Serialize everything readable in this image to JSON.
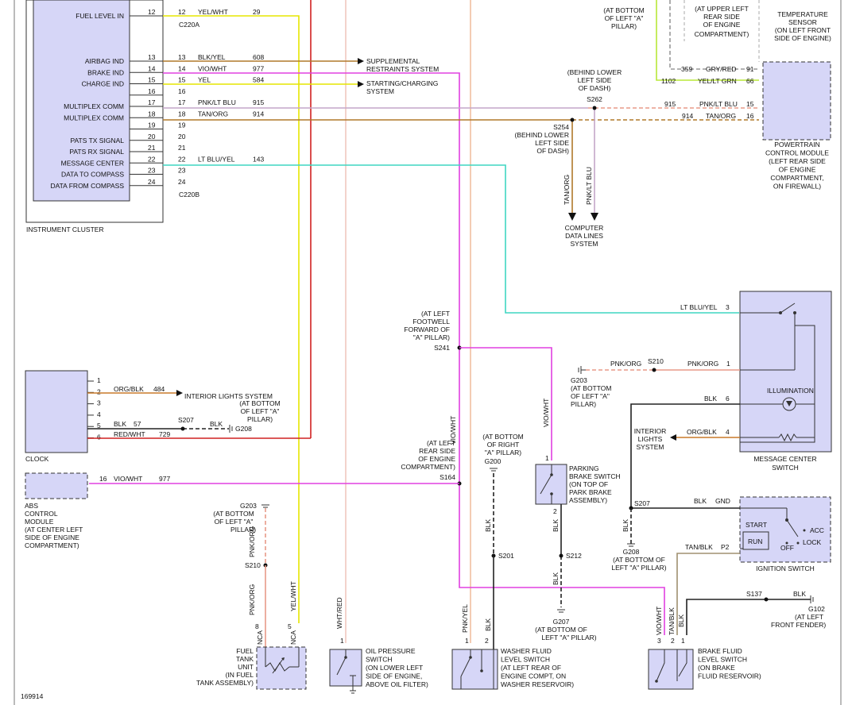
{
  "instrument_cluster": {
    "title": "INSTRUMENT CLUSTER",
    "pins": [
      {
        "label": "FUEL LEVEL IN",
        "pin": "12"
      },
      {
        "label": "AIRBAG IND",
        "pin": "13"
      },
      {
        "label": "BRAKE IND",
        "pin": "14"
      },
      {
        "label": "CHARGE IND",
        "pin": "15"
      },
      {
        "label": "",
        "pin": "16"
      },
      {
        "label": "MULTIPLEX COMM",
        "pin": "17"
      },
      {
        "label": "MULTIPLEX COMM",
        "pin": "18"
      },
      {
        "label": "",
        "pin": "19"
      },
      {
        "label": "PATS TX SIGNAL",
        "pin": "20"
      },
      {
        "label": "PATS RX SIGNAL",
        "pin": "21"
      },
      {
        "label": "MESSAGE CENTER",
        "pin": "22"
      },
      {
        "label": "DATA TO COMPASS",
        "pin": "23"
      },
      {
        "label": "DATA FROM COMPASS",
        "pin": "24"
      }
    ],
    "connector_top": "C220A",
    "connector_bottom": "C220B"
  },
  "cluster_wires": [
    {
      "pin": "12",
      "color": "YEL/WHT",
      "circuit": "29"
    },
    {
      "pin": "13",
      "color": "BLK/YEL",
      "circuit": "608"
    },
    {
      "pin": "14",
      "color": "VIO/WHT",
      "circuit": "977"
    },
    {
      "pin": "15",
      "color": "YEL",
      "circuit": "584"
    },
    {
      "pin": "16",
      "color": "",
      "circuit": ""
    },
    {
      "pin": "17",
      "color": "PNK/LT BLU",
      "circuit": "915"
    },
    {
      "pin": "18",
      "color": "TAN/ORG",
      "circuit": "914"
    },
    {
      "pin": "19",
      "color": "",
      "circuit": ""
    },
    {
      "pin": "20",
      "color": "",
      "circuit": ""
    },
    {
      "pin": "21",
      "color": "",
      "circuit": ""
    },
    {
      "pin": "22",
      "color": "LT BLU/YEL",
      "circuit": "143"
    },
    {
      "pin": "23",
      "color": "",
      "circuit": ""
    },
    {
      "pin": "24",
      "color": "",
      "circuit": ""
    }
  ],
  "destinations": {
    "srs": [
      "SUPPLEMENTAL",
      "RESTRAINTS SYSTEM"
    ],
    "charging": [
      "STARTING/CHARGING",
      "SYSTEM"
    ],
    "computer_data": [
      "COMPUTER",
      "DATA LINES",
      "SYSTEM"
    ],
    "interior_lights_clock": "INTERIOR LIGHTS SYSTEM",
    "interior_lights_msg": [
      "INTERIOR",
      "LIGHTS",
      "SYSTEM"
    ]
  },
  "top_notes": {
    "a_pillar_top": [
      "(AT BOTTOM",
      "OF LEFT \"A\"",
      "PILLAR)"
    ],
    "rear_side": [
      "(AT UPPER LEFT",
      "REAR SIDE",
      "OF ENGINE",
      "COMPARTMENT)"
    ],
    "temp_sensor": [
      "TEMPERATURE",
      "SENSOR",
      "(ON LEFT FRONT",
      "SIDE OF ENGINE)"
    ]
  },
  "splices": {
    "s262": {
      "id": "S262",
      "note": [
        "(BEHIND LOWER",
        "LEFT SIDE",
        "OF DASH)"
      ]
    },
    "s254": {
      "id": "S254",
      "note": [
        "(BEHIND LOWER",
        "LEFT SIDE",
        "OF DASH)"
      ]
    },
    "s241": {
      "id": "S241",
      "note": [
        "(AT LEFT",
        "FOOTWELL",
        "FORWARD OF",
        "\"A\" PILLAR)"
      ]
    },
    "s164": {
      "id": "S164",
      "note": [
        "(AT LEFT",
        "REAR SIDE",
        "OF ENGINE",
        "COMPARTMENT)"
      ]
    },
    "s210_top": "S210",
    "s210_left": "S210",
    "s207_clock": "S207",
    "s207_right": "S207",
    "s201": "S201",
    "s212": "S212",
    "s137": "S137"
  },
  "pcm": {
    "name": [
      "POWERTRAIN",
      "CONTROL MODULE",
      "(LEFT REAR SIDE",
      "OF ENGINE",
      "COMPARTMENT,",
      "ON FIREWALL)"
    ],
    "wires": [
      {
        "circuit": "359",
        "color": "GRY/RED",
        "pin": "91"
      },
      {
        "circuit": "1102",
        "color": "YEL/LT GRN",
        "pin": "66"
      },
      {
        "circuit": "915",
        "color": "PNK/LT BLU",
        "pin": "15"
      },
      {
        "circuit": "914",
        "color": "TAN/ORG",
        "pin": "16"
      }
    ]
  },
  "vertical_labels": {
    "tan_org": "TAN/ORG",
    "pnk_lt_blu": "PNK/LT BLU"
  },
  "message_center": {
    "name": [
      "MESSAGE CENTER",
      "SWITCH"
    ],
    "illumination": "ILLUMINATION",
    "w3": {
      "color": "LT BLU/YEL",
      "pin": "3"
    },
    "w1": {
      "color": "PNK/ORG",
      "pin": "1"
    },
    "w1_left": "PNK/ORG",
    "w6": {
      "color": "BLK",
      "pin": "6"
    },
    "w4": {
      "color": "ORG/BLK",
      "pin": "4"
    }
  },
  "grounds": {
    "g203_right": [
      "G203",
      "(AT BOTTOM",
      "OF LEFT \"A\"",
      "PILLAR)"
    ],
    "g203_left": [
      "G203",
      "(AT BOTTOM",
      "OF LEFT \"A\"",
      "PILLAR)"
    ],
    "g208_clock": "G208",
    "g208_clock_note": [
      "(AT BOTTOM",
      "OF LEFT \"A\"",
      "PILLAR)"
    ],
    "g208_right": [
      "G208",
      "(AT BOTTOM OF",
      "LEFT \"A\" PILLAR)"
    ],
    "g200": [
      "(AT BOTTOM",
      "OF RIGHT",
      "\"A\" PILLAR)",
      "G200"
    ],
    "g207": [
      "G207",
      "(AT BOTTOM OF",
      "LEFT \"A\" PILLAR)"
    ],
    "g102": [
      "G102",
      "(AT LEFT",
      "FRONT FENDER)"
    ]
  },
  "clock": {
    "name": "CLOCK",
    "pins": [
      "1",
      "2",
      "3",
      "4",
      "5",
      "6"
    ],
    "w2": {
      "color": "ORG/BLK",
      "circuit": "484"
    },
    "w5": {
      "color": "BLK",
      "circuit": "57"
    },
    "w5b": "BLK",
    "w6": {
      "color": "RED/WHT",
      "circuit": "729"
    }
  },
  "abs": {
    "name": [
      "ABS",
      "CONTROL",
      "MODULE",
      "(AT CENTER LEFT",
      "SIDE OF ENGINE",
      "COMPARTMENT)"
    ],
    "wire": {
      "pin": "16",
      "color": "VIO/WHT",
      "circuit": "977"
    }
  },
  "vio_wht_label": "VIO/WHT",
  "parking_brake": {
    "name": [
      "PARKING",
      "BRAKE SWITCH",
      "(ON TOP OF",
      "PARK BRAKE",
      "ASSEMBLY)"
    ],
    "pin1": "1",
    "pin2": "2",
    "wire_top": "VIO/WHT",
    "wire_bottom": "BLK"
  },
  "ignition": {
    "name": "IGNITION SWITCH",
    "start": "START",
    "run": "RUN",
    "off": "OFF",
    "acc": "ACC",
    "lock": "LOCK",
    "gnd_color": "BLK",
    "gnd": "GND",
    "p2_color": "TAN/BLK",
    "p2": "P2"
  },
  "fuel_tank": {
    "name": [
      "FUEL",
      "TANK",
      "UNIT",
      "(IN FUEL",
      "TANK ASSEMBLY)"
    ],
    "wire_left": {
      "color": "PNK/ORG",
      "pin": "8",
      "nca": "NCA"
    },
    "wire_right": {
      "color": "YEL/WHT",
      "pin": "5",
      "nca": "NCA"
    },
    "top_wire_color": "PNK/ORG"
  },
  "oil_pressure": {
    "name": [
      "OIL PRESSURE",
      "SWITCH",
      "(ON LOWER LEFT",
      "SIDE OF ENGINE,",
      "ABOVE OIL FILTER)"
    ],
    "wire": {
      "color": "WHT/RED",
      "pin": "1"
    }
  },
  "washer": {
    "name": [
      "WASHER FLUID",
      "LEVEL SWITCH",
      "(AT LEFT REAR OF",
      "ENGINE COMPT, ON",
      "WASHER RESERVOIR)"
    ],
    "wire1": {
      "color": "PNK/YEL",
      "pin": "1"
    },
    "wire2": {
      "color": "BLK",
      "pin": "2"
    },
    "upper_blk": "BLK"
  },
  "brake_fluid": {
    "name": [
      "BRAKE FLUID",
      "LEVEL SWITCH",
      "(ON BRAKE",
      "FLUID RESERVOIR)"
    ],
    "w3": {
      "color": "VIO/WHT",
      "pin": "3"
    },
    "w2": {
      "color": "TAN/BLK",
      "pin": "2"
    },
    "w1": {
      "color": "BLK",
      "pin": "1"
    },
    "s137_color": "BLK"
  },
  "blk_s207_right": "BLK",
  "blk_s212": "BLK",
  "figure_id": "169914",
  "colors": {
    "yel": "#e6e600",
    "yel_wht": "#e6e600",
    "vio_wht": "#e040e0",
    "pnk_lt_blu": "#c4a6c8",
    "tan_org": "#b0782a",
    "lt_blu_yel": "#3fd6c2",
    "red": "#d02020",
    "pnk_org": "#e89a88",
    "pnk_yel": "#f0c0a0",
    "org_blk": "#c87a2a",
    "yel_lt_grn": "#b8e838",
    "blk": "#222222",
    "wht_red": "#f0c8c0",
    "tan_blk": "#a09070"
  }
}
